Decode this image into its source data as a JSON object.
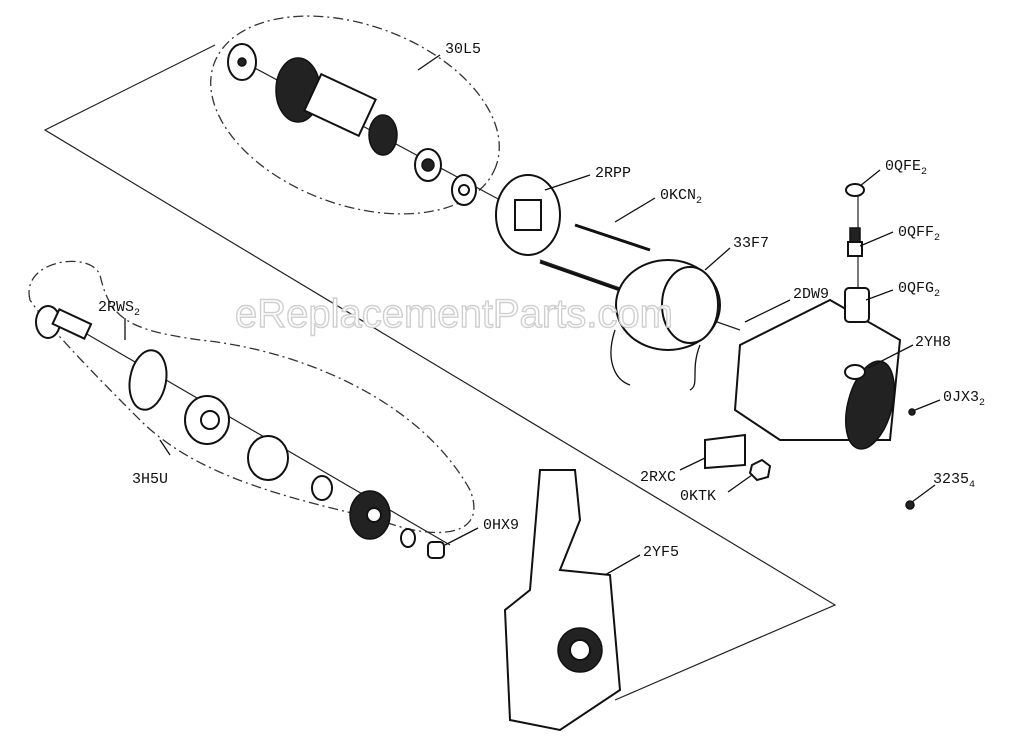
{
  "watermark": "eReplacementParts.com",
  "callouts": [
    {
      "id": "30L5",
      "base": "30L5",
      "sub": ""
    },
    {
      "id": "2RPP",
      "base": "2RPP",
      "sub": ""
    },
    {
      "id": "0KCN",
      "base": "0KCN",
      "sub": "2"
    },
    {
      "id": "33F7",
      "base": "33F7",
      "sub": ""
    },
    {
      "id": "0QFE",
      "base": "0QFE",
      "sub": "2"
    },
    {
      "id": "0QFF",
      "base": "0QFF",
      "sub": "2"
    },
    {
      "id": "0QFG",
      "base": "0QFG",
      "sub": "2"
    },
    {
      "id": "2DW9",
      "base": "2DW9",
      "sub": ""
    },
    {
      "id": "2YH8",
      "base": "2YH8",
      "sub": ""
    },
    {
      "id": "0JX3",
      "base": "0JX3",
      "sub": "2"
    },
    {
      "id": "2RWS",
      "base": "2RWS",
      "sub": "2"
    },
    {
      "id": "3H5U",
      "base": "3H5U",
      "sub": ""
    },
    {
      "id": "2RXC",
      "base": "2RXC",
      "sub": ""
    },
    {
      "id": "0KTK",
      "base": "0KTK",
      "sub": ""
    },
    {
      "id": "3235",
      "base": "3235",
      "sub": "4"
    },
    {
      "id": "0HX9",
      "base": "0HX9",
      "sub": ""
    },
    {
      "id": "2YF5",
      "base": "2YF5",
      "sub": ""
    }
  ]
}
